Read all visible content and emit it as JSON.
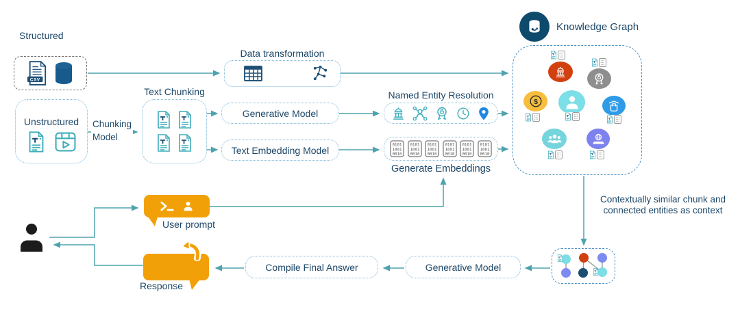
{
  "title": "Knowledge graph RAG pipeline diagram",
  "labels": {
    "structured": "Structured",
    "unstructured": "Unstructured",
    "chunking_model_line1": "Chunking",
    "chunking_model_line2": "Model",
    "text_chunking": "Text Chunking",
    "data_transformation": "Data transformation",
    "generative_model": "Generative Model",
    "named_entity_resolution": "Named Entity Resolution",
    "text_embedding_model": "Text Embedding Model",
    "generate_embeddings": "Generate Embeddings",
    "knowledge_graph": "Knowledge Graph",
    "context_line1": "Contextually similar chunk and",
    "context_line2": "connected entities as context",
    "user_prompt": "User prompt",
    "response": "Response",
    "compile_final_answer": "Compile Final Answer",
    "generative_model_bottom": "Generative Model",
    "csv": "CSV",
    "dollar": "$"
  },
  "embedding_chip": {
    "row1": "0101",
    "row2": "1001",
    "row3": "0010"
  },
  "embedding_chip_count": 6,
  "colors": {
    "text": "#1B4668",
    "arrow_teal": "#4FA3AE",
    "box_border_blue": "#7FB9D8",
    "kg_border_blue": "#4A90C4",
    "structured_border_gray": "#6E6E6E",
    "orange_bubble": "#F2A007",
    "icon_navy": "#1D4F76",
    "icon_teal": "#3FAEBB",
    "node_red": "#D2400F",
    "node_gray": "#8E8E8E",
    "node_yellow": "#F7BE3E",
    "node_cyan": "#7CDEE6",
    "node_blue": "#2E9BE8",
    "node_teal": "#76D5DC",
    "node_purple": "#7D82EE",
    "mini_navy": "#1A4E72",
    "mini_periwinkle": "#7D8BF0",
    "pin_blue": "#1E88E5",
    "edge_gray": "#9A9A9A",
    "person_black": "#1C1C1C"
  },
  "structured_icons": [
    "csv-file-icon",
    "database-icon"
  ],
  "unstructured_icons": [
    "text-document-icon",
    "video-icon"
  ],
  "data_transformation_icons": [
    "table-icon",
    "graph-network-icon"
  ],
  "ner_icons": [
    "bank-icon",
    "entity-network-icon",
    "award-lock-icon",
    "clock-icon",
    "location-pin-icon"
  ],
  "kg_badge_icon": "database-graph-icon",
  "kg_nodes": [
    {
      "id": "organization",
      "icon": "bank-icon",
      "color": "#D2400F"
    },
    {
      "id": "certification",
      "icon": "award-lock-icon",
      "color": "#8E8E8E"
    },
    {
      "id": "money",
      "icon": "dollar-coin-icon",
      "color": "#F7BE3E"
    },
    {
      "id": "person",
      "icon": "person-icon",
      "color": "#7CDEE6"
    },
    {
      "id": "product",
      "icon": "shopping-bag-icon",
      "color": "#2E9BE8"
    },
    {
      "id": "group",
      "icon": "people-group-icon",
      "color": "#76D5DC"
    },
    {
      "id": "web",
      "icon": "laptop-globe-icon",
      "color": "#7D82EE"
    }
  ],
  "kg_edges": [
    [
      "organization",
      "certification"
    ],
    [
      "organization",
      "person"
    ],
    [
      "money",
      "person"
    ],
    [
      "certification",
      "person"
    ],
    [
      "person",
      "product"
    ],
    [
      "person",
      "group"
    ],
    [
      "person",
      "web"
    ],
    [
      "group",
      "web"
    ]
  ],
  "user_icons": [
    "user-person-icon",
    "terminal-prompt-icon",
    "reply-arrow-icon"
  ]
}
